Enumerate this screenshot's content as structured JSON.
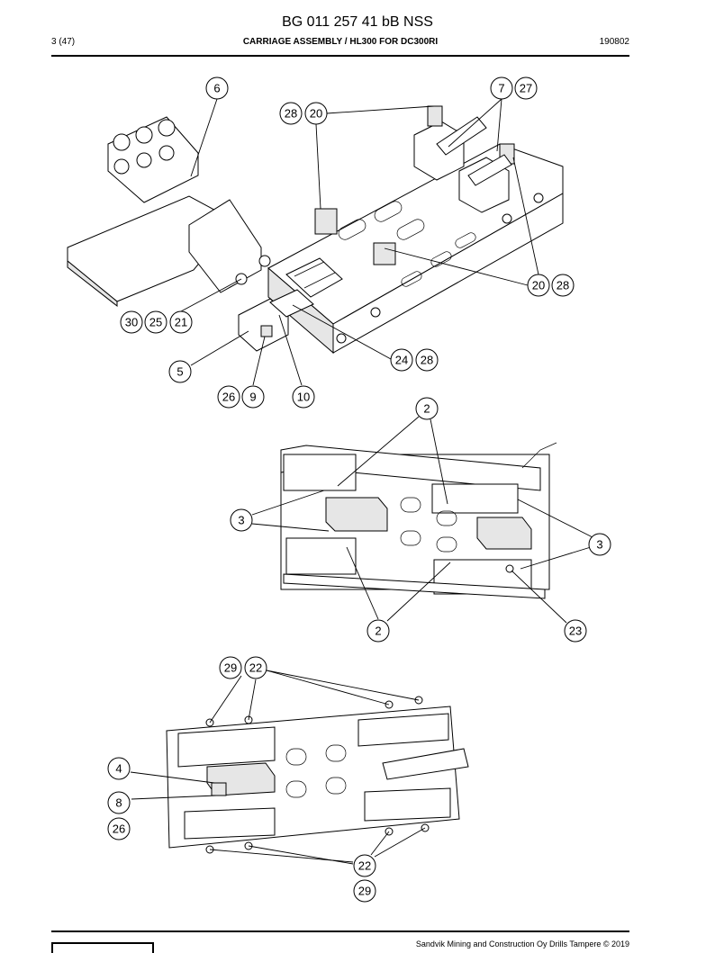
{
  "header": {
    "document_number": "BG 011 257 41 bB NSS",
    "page": "3 (47)",
    "title": "CARRIAGE ASSEMBLY / HL300 FOR DC300RI",
    "date": "190802"
  },
  "footer": {
    "copyright": "Sandvik Mining and Construction Oy Drills Tampere © 2019"
  },
  "callouts": {
    "c6": "6",
    "c7": "7",
    "c27": "27",
    "c28a": "28",
    "c20a": "20",
    "c20b": "20",
    "c28b": "28",
    "c30": "30",
    "c25": "25",
    "c21": "21",
    "c24": "24",
    "c28c": "28",
    "c5": "5",
    "c26a": "26",
    "c9": "9",
    "c10": "10",
    "c2a": "2",
    "c3a": "3",
    "c3b": "3",
    "c2b": "2",
    "c23": "23",
    "c29a": "29",
    "c22a": "22",
    "c4": "4",
    "c8": "8",
    "c26b": "26",
    "c22b": "22",
    "c29b": "29"
  }
}
